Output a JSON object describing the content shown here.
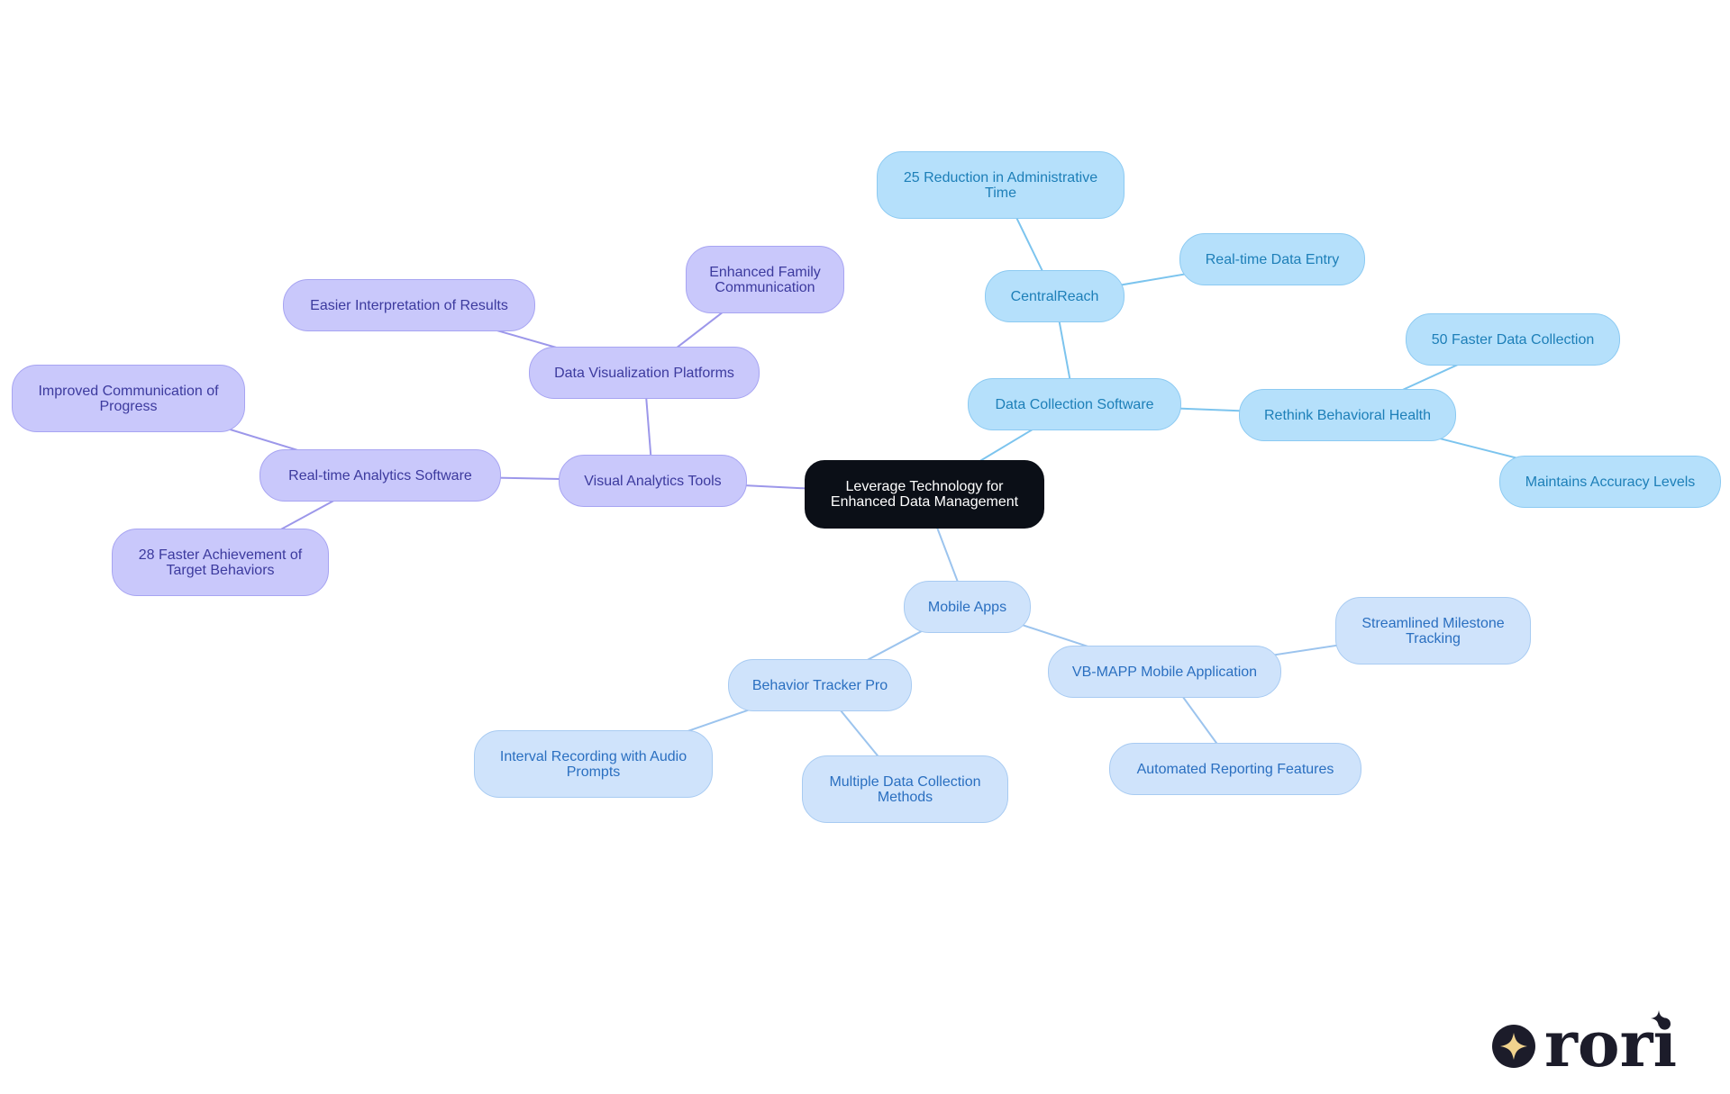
{
  "diagram": {
    "root": {
      "id": "root",
      "label": "Leverage Technology for Enhanced Data Management"
    },
    "nodes": [
      {
        "id": "dcs",
        "label": "Data Collection Software",
        "category": "data"
      },
      {
        "id": "cr",
        "label": "CentralReach",
        "category": "data"
      },
      {
        "id": "cr1",
        "label": "25 Reduction in Administrative Time",
        "category": "data"
      },
      {
        "id": "cr2",
        "label": "Real-time Data Entry",
        "category": "data"
      },
      {
        "id": "rbh",
        "label": "Rethink Behavioral Health",
        "category": "data"
      },
      {
        "id": "rbh1",
        "label": "50 Faster Data Collection",
        "category": "data"
      },
      {
        "id": "rbh2",
        "label": "Maintains Accuracy Levels",
        "category": "data"
      },
      {
        "id": "vat",
        "label": "Visual Analytics Tools",
        "category": "visual"
      },
      {
        "id": "dvp",
        "label": "Data Visualization Platforms",
        "category": "visual"
      },
      {
        "id": "dvp1",
        "label": "Easier Interpretation of Results",
        "category": "visual"
      },
      {
        "id": "dvp2",
        "label": "Enhanced Family Communication",
        "category": "visual"
      },
      {
        "id": "ras",
        "label": "Real-time Analytics Software",
        "category": "visual"
      },
      {
        "id": "ras1",
        "label": "Improved Communication of Progress",
        "category": "visual"
      },
      {
        "id": "ras2",
        "label": "28 Faster Achievement of Target Behaviors",
        "category": "visual"
      },
      {
        "id": "ma",
        "label": "Mobile Apps",
        "category": "mobile"
      },
      {
        "id": "btp",
        "label": "Behavior Tracker Pro",
        "category": "mobile"
      },
      {
        "id": "btp1",
        "label": "Interval Recording with Audio Prompts",
        "category": "mobile"
      },
      {
        "id": "btp2",
        "label": "Multiple Data Collection Methods",
        "category": "mobile"
      },
      {
        "id": "vb",
        "label": "VB-MAPP Mobile Application",
        "category": "mobile"
      },
      {
        "id": "vb1",
        "label": "Streamlined Milestone Tracking",
        "category": "mobile"
      },
      {
        "id": "vb2",
        "label": "Automated Reporting Features",
        "category": "mobile"
      }
    ],
    "edges": [
      [
        "root",
        "dcs"
      ],
      [
        "dcs",
        "cr"
      ],
      [
        "cr",
        "cr1"
      ],
      [
        "cr",
        "cr2"
      ],
      [
        "dcs",
        "rbh"
      ],
      [
        "rbh",
        "rbh1"
      ],
      [
        "rbh",
        "rbh2"
      ],
      [
        "root",
        "vat"
      ],
      [
        "vat",
        "dvp"
      ],
      [
        "dvp",
        "dvp1"
      ],
      [
        "dvp",
        "dvp2"
      ],
      [
        "vat",
        "ras"
      ],
      [
        "ras",
        "ras1"
      ],
      [
        "ras",
        "ras2"
      ],
      [
        "root",
        "ma"
      ],
      [
        "ma",
        "btp"
      ],
      [
        "btp",
        "btp1"
      ],
      [
        "btp",
        "btp2"
      ],
      [
        "ma",
        "vb"
      ],
      [
        "vb",
        "vb1"
      ],
      [
        "vb",
        "vb2"
      ]
    ]
  },
  "colors": {
    "data_line": "#7cc4ee",
    "visual_line": "#9c97ea",
    "mobile_line": "#9cc4ee",
    "root_fill": "#0b0f17"
  },
  "logo": {
    "text": "rori",
    "icon": "sparkle-icon"
  }
}
